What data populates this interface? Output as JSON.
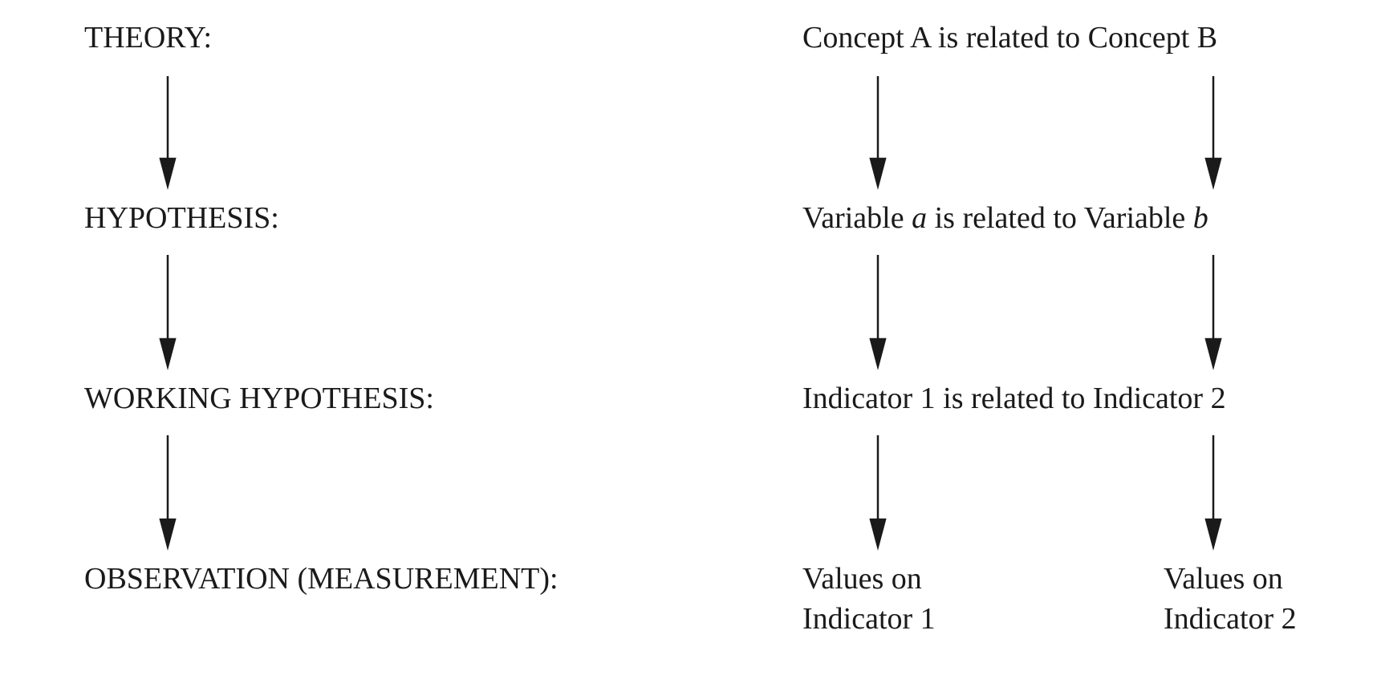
{
  "diagram": {
    "levels": [
      {
        "label": "THEORY:",
        "statement": {
          "before": "Concept A is related to Concept B"
        }
      },
      {
        "label": "HYPOTHESIS:",
        "statement": {
          "before": "Variable ",
          "var_a": "a",
          "middle": " is related to Variable ",
          "var_b": "b"
        }
      },
      {
        "label": "WORKING HYPOTHESIS:",
        "statement": {
          "before": "Indicator 1 is related to Indicator 2"
        }
      },
      {
        "label": "OBSERVATION (MEASUREMENT):"
      }
    ],
    "observation": {
      "left": {
        "line1": "Values on",
        "line2": "Indicator 1"
      },
      "right": {
        "line1": "Values on",
        "line2": "Indicator 2"
      }
    }
  }
}
